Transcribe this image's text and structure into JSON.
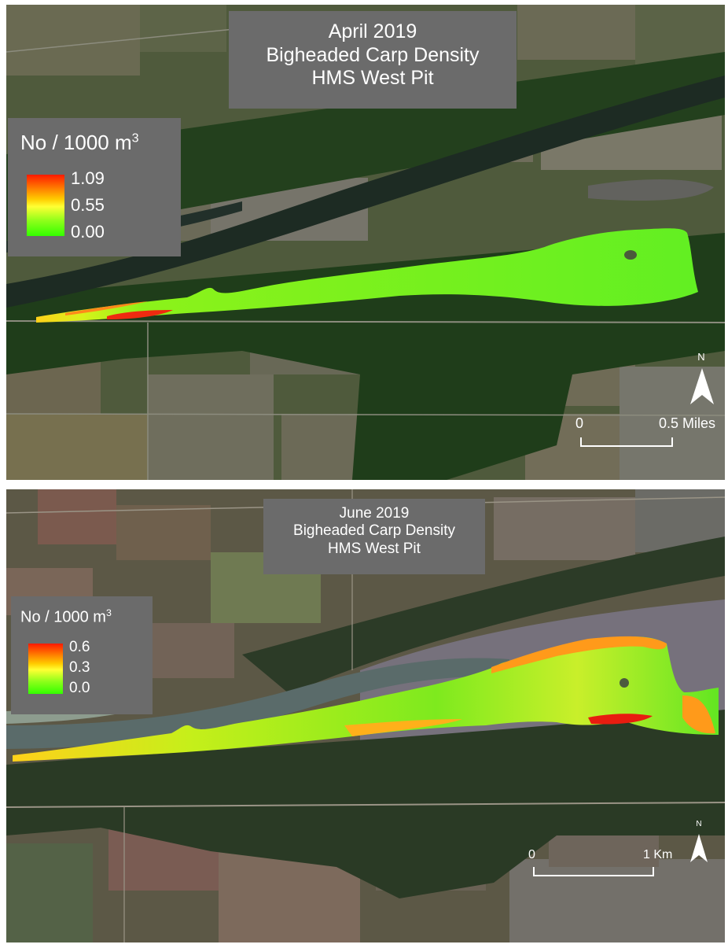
{
  "maps": [
    {
      "title_lines": [
        "April 2019",
        "Bigheaded Carp Density",
        "HMS West Pit"
      ],
      "legend": {
        "title": "No / 1000 m",
        "title_superscript": "3",
        "ticks": [
          "1.09",
          "0.55",
          "0.00"
        ],
        "color_high": "#ff1a00",
        "color_mid": "#ffff33",
        "color_low": "#33ff00"
      },
      "scale_bar": {
        "start_label": "0",
        "end_label": "0.5 Miles"
      },
      "north_arrow": {
        "label": "N",
        "icon": "north-arrow-icon"
      }
    },
    {
      "title_lines": [
        "June 2019",
        "Bigheaded Carp Density",
        "HMS West Pit"
      ],
      "legend": {
        "title": "No / 1000 m",
        "title_superscript": "3",
        "ticks": [
          "0.6",
          "0.3",
          "0.0"
        ],
        "color_high": "#ff1a00",
        "color_mid": "#ffff33",
        "color_low": "#33ff00"
      },
      "scale_bar": {
        "start_label": "0",
        "end_label": "1 Km"
      },
      "north_arrow": {
        "label": "N",
        "icon": "north-arrow-icon"
      }
    }
  ]
}
